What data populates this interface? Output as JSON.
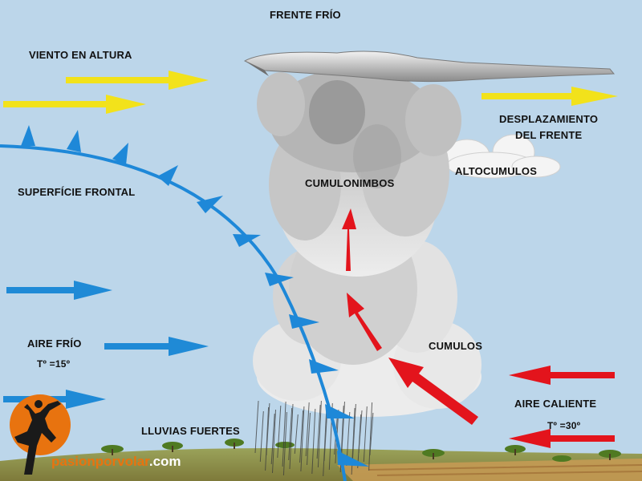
{
  "title": "FRENTE FRÍO",
  "labels": {
    "viento_altura": "VIENTO EN ALTURA",
    "desplazamiento_1": "DESPLAZAMIENTO",
    "desplazamiento_2": "DEL FRENTE",
    "altocumulos": "ALTOCUMULOS",
    "cumulonimbos": "CUMULONIMBOS",
    "superficie_frontal": "SUPERFÍCIE FRONTAL",
    "aire_frio": "AIRE FRÍO",
    "temp_frio": "Tº =15º",
    "cumulos": "CUMULOS",
    "aire_caliente": "AIRE CALIENTE",
    "temp_caliente": "Tº =30º",
    "lluvias": "LLUVIAS FUERTES"
  },
  "watermark": {
    "part1": "pasionporvolar",
    "part2": ".com"
  },
  "colors": {
    "sky": "#bcd6ea",
    "wind_arrow": "#f2e21b",
    "cold_arrow": "#1f8ad6",
    "warm_arrow": "#e3141c",
    "front_line": "#1e88d8",
    "cloud": "#d8d8d8",
    "brand": "#e8730f"
  },
  "icons": [
    "skydiver-logo-icon"
  ]
}
